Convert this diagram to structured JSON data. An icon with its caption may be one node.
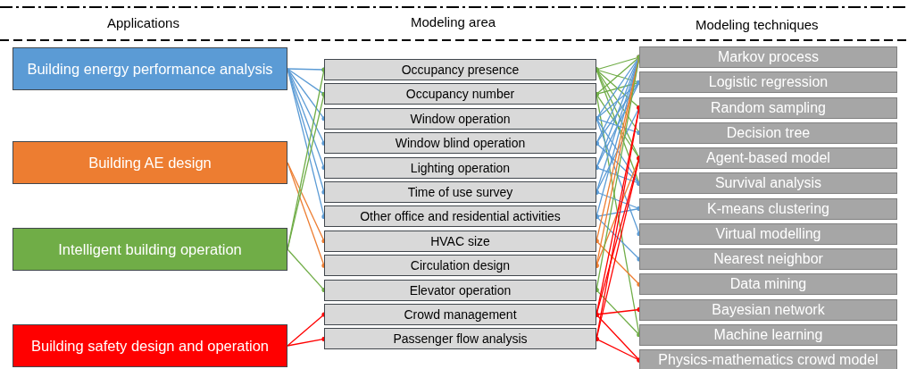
{
  "diagram": {
    "nodes": [
      {
        "text": [
          "Building energy performance analysis"
        ]
      },
      {
        "text": [
          "Building AE design"
        ]
      },
      {
        "text": [
          "Intelligent building operation"
        ]
      },
      {
        "text": [
          "Building safety design and operation"
        ]
      },
      {
        "text": [
          "Occupancy presence"
        ]
      },
      {
        "text": [
          "Occupancy number"
        ]
      },
      {
        "text": [
          "Window operation"
        ]
      },
      {
        "text": [
          "Window blind operation"
        ]
      },
      {
        "text": [
          "Lighting operation"
        ]
      },
      {
        "text": [
          "Time of use survey"
        ]
      },
      {
        "text": [
          "Other office and residential activities"
        ]
      },
      {
        "text": [
          "HVAC size"
        ]
      },
      {
        "text": [
          "Circulation design"
        ]
      },
      {
        "text": [
          "Elevator operation"
        ]
      },
      {
        "text": [
          "Crowd management"
        ]
      },
      {
        "text": [
          "Passenger flow analysis"
        ]
      },
      {
        "text": [
          "Markov process"
        ]
      },
      {
        "text": [
          "Logistic regression"
        ]
      },
      {
        "text": [
          "Random sampling"
        ]
      },
      {
        "text": [
          "Decision tree"
        ]
      },
      {
        "text": [
          "Agent-based model"
        ]
      },
      {
        "text": [
          "Survival analysis"
        ]
      },
      {
        "text": [
          "K-means clustering"
        ]
      },
      {
        "text": [
          "Virtual modelling"
        ]
      },
      {
        "text": [
          "Nearest neighbor"
        ]
      },
      {
        "text": [
          "Data mining"
        ]
      },
      {
        "text": [
          "Bayesian network"
        ]
      },
      {
        "text": [
          "Machine learning"
        ]
      },
      {
        "text": [
          "Physics-mathematics crowd model"
        ]
      }
    ],
    "edges": [
      {
        "from": 0,
        "to": 4,
        "arrow": "other"
      },
      {
        "from": 0,
        "to": 5,
        "arrow": "other"
      },
      {
        "from": 0,
        "to": 6,
        "arrow": "other"
      },
      {
        "from": 0,
        "to": 7,
        "arrow": "other"
      },
      {
        "from": 0,
        "to": 8,
        "arrow": "other"
      },
      {
        "from": 0,
        "to": 9,
        "arrow": "other"
      },
      {
        "from": 0,
        "to": 10,
        "arrow": "other"
      },
      {
        "from": 1,
        "to": 11,
        "arrow": "other",
        "color": "#ed7d31"
      },
      {
        "from": 1,
        "to": 12,
        "arrow": "other",
        "color": "#ed7d31"
      },
      {
        "from": 2,
        "to": 4,
        "arrow": "other",
        "color": "#70ad47"
      },
      {
        "from": 2,
        "to": 5,
        "arrow": "other",
        "color": "#70ad47"
      },
      {
        "from": 2,
        "to": 13,
        "arrow": "other",
        "color": "#70ad47"
      },
      {
        "from": 3,
        "to": 14,
        "arrow": "other",
        "color": "#ff0000"
      },
      {
        "from": 3,
        "to": 15,
        "arrow": "other",
        "color": "#ff0000"
      },
      {
        "from": 4,
        "to": 16,
        "arrow": "other",
        "color": "#70ad47"
      },
      {
        "from": 4,
        "to": 17,
        "arrow": "other",
        "color": "#70ad47"
      },
      {
        "from": 4,
        "to": 18,
        "arrow": "other",
        "color": "#70ad47"
      },
      {
        "from": 4,
        "to": 19,
        "arrow": "other",
        "color": "#70ad47"
      },
      {
        "from": 4,
        "to": 20,
        "arrow": "other",
        "color": "#70ad47"
      },
      {
        "from": 4,
        "to": 21,
        "arrow": "other",
        "color": "#70ad47"
      },
      {
        "from": 5,
        "to": 16,
        "arrow": "other",
        "color": "#70ad47"
      },
      {
        "from": 5,
        "to": 17,
        "arrow": "other",
        "color": "#70ad47"
      },
      {
        "from": 5,
        "to": 20,
        "arrow": "other",
        "color": "#70ad47"
      },
      {
        "from": 5,
        "to": 27,
        "arrow": "other",
        "color": "#70ad47"
      },
      {
        "from": 6,
        "to": 16,
        "arrow": "other"
      },
      {
        "from": 6,
        "to": 17,
        "arrow": "other"
      },
      {
        "from": 6,
        "to": 19,
        "arrow": "other"
      },
      {
        "from": 6,
        "to": 21,
        "arrow": "other"
      },
      {
        "from": 6,
        "to": 23,
        "arrow": "other"
      },
      {
        "from": 7,
        "to": 16,
        "arrow": "other"
      },
      {
        "from": 7,
        "to": 17,
        "arrow": "other"
      },
      {
        "from": 7,
        "to": 21,
        "arrow": "other"
      },
      {
        "from": 8,
        "to": 16,
        "arrow": "other"
      },
      {
        "from": 8,
        "to": 17,
        "arrow": "other"
      },
      {
        "from": 8,
        "to": 21,
        "arrow": "other"
      },
      {
        "from": 9,
        "to": 16,
        "arrow": "other"
      },
      {
        "from": 9,
        "to": 18,
        "arrow": "other"
      },
      {
        "from": 9,
        "to": 22,
        "arrow": "other"
      },
      {
        "from": 10,
        "to": 16,
        "arrow": "other"
      },
      {
        "from": 10,
        "to": 22,
        "arrow": "other"
      },
      {
        "from": 10,
        "to": 24,
        "arrow": "other"
      },
      {
        "from": 11,
        "to": 16,
        "arrow": "other",
        "color": "#ed7d31"
      },
      {
        "from": 11,
        "to": 25,
        "arrow": "other",
        "color": "#ed7d31"
      },
      {
        "from": 12,
        "to": 16,
        "arrow": "other",
        "color": "#ed7d31"
      },
      {
        "from": 12,
        "to": 20,
        "arrow": "other",
        "color": "#ed7d31"
      },
      {
        "from": 13,
        "to": 16,
        "arrow": "other",
        "color": "#70ad47"
      },
      {
        "from": 13,
        "to": 27,
        "arrow": "other",
        "color": "#70ad47"
      },
      {
        "from": 14,
        "to": 18,
        "arrow": "other",
        "color": "#ff0000"
      },
      {
        "from": 14,
        "to": 20,
        "arrow": "other",
        "color": "#ff0000"
      },
      {
        "from": 14,
        "to": 26,
        "arrow": "other",
        "color": "#ff0000"
      },
      {
        "from": 14,
        "to": 28,
        "arrow": "other",
        "color": "#ff0000"
      },
      {
        "from": 15,
        "to": 18,
        "arrow": "other",
        "color": "#ff0000"
      },
      {
        "from": 15,
        "to": 20,
        "arrow": "other",
        "color": "#ff0000"
      },
      {
        "from": 15,
        "to": 28,
        "arrow": "other",
        "color": "#ff0000"
      }
    ],
    "labels": [
      "Applications",
      "Modeling area",
      "Modeling techniques"
    ]
  }
}
